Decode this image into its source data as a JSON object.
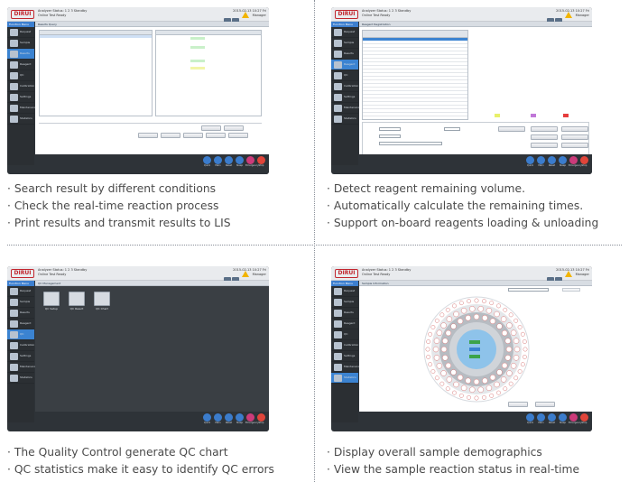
{
  "app": {
    "logo_text": "DIRUI",
    "title_line1": "Analyzer Status: 1 2 3 Standby",
    "title_line2": "Online  Test Ready",
    "clock_line1": "2015-02-13 10:27 Fri",
    "clock_line2": "Manager"
  },
  "sidebar": {
    "header": "Function Menu",
    "items": [
      {
        "label": "Request"
      },
      {
        "label": "Sample"
      },
      {
        "label": "Results"
      },
      {
        "label": "Reagent"
      },
      {
        "label": "QC"
      },
      {
        "label": "Calibration"
      },
      {
        "label": "Settings"
      },
      {
        "label": "Maintenance"
      },
      {
        "label": "Statistics"
      }
    ]
  },
  "panels": {
    "tl": {
      "tab": "Results Query",
      "active_index": 2
    },
    "tr": {
      "tab": "Reagent Registration",
      "active_index": 3
    },
    "bl": {
      "tab": "QC  Management",
      "active_index": 4
    },
    "br": {
      "tab": "Sample Information",
      "active_index": 8
    }
  },
  "qc_tiles": [
    {
      "label": "QC Setup"
    },
    {
      "label": "QC Result"
    },
    {
      "label": "QC Chart"
    }
  ],
  "bottom_buttons": [
    {
      "label": "Quick",
      "color": "#3b7ccc"
    },
    {
      "label": "Main",
      "color": "#3b7ccc"
    },
    {
      "label": "Reset",
      "color": "#3b7ccc"
    },
    {
      "label": "Sleep",
      "color": "#3b7ccc"
    },
    {
      "label": "Emergency",
      "color": "#cc3b7a"
    },
    {
      "label": "Stop",
      "color": "#e0453a"
    }
  ],
  "bullets": {
    "tl": [
      "· Search result by different conditions",
      "· Check the real-time reaction process",
      "· Print results and transmit results to LIS"
    ],
    "tr": [
      "· Detect reagent remaining volume.",
      "· Automatically calculate the remaining times.",
      "· Support on-board reagents loading & unloading"
    ],
    "bl": [
      "· The Quality Control generate QC chart",
      "· QC statistics make it easy to identify QC errors"
    ],
    "br": [
      "· Display overall sample demographics",
      "· View the sample reaction status in real-time"
    ]
  }
}
